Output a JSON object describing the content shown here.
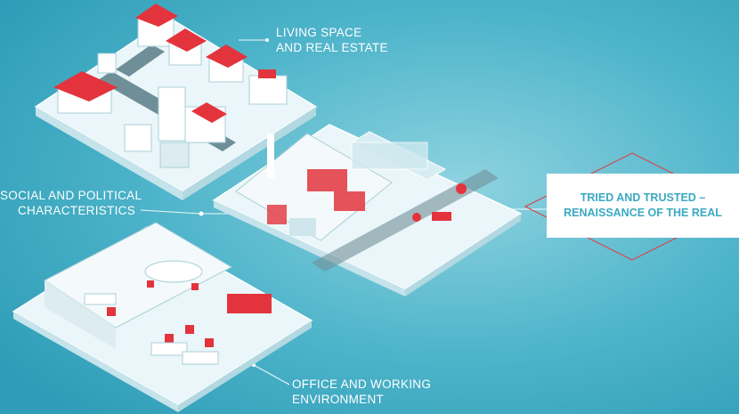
{
  "labels": {
    "living": [
      "LIVING SPACE",
      "AND REAL ESTATE"
    ],
    "social": [
      "SOCIAL AND POLITICAL",
      "CHARACTERISTICS"
    ],
    "office": [
      "OFFICE AND WORKING",
      "ENVIRONMENT"
    ]
  },
  "callout": [
    "TRIED AND TRUSTED –",
    "RENAISSANCE OF THE REAL"
  ],
  "colors": {
    "background": "#3aa9c2",
    "platform_top": "#eaf6f9",
    "platform_side": "#c4e3ea",
    "roof_red": "#e3343d",
    "accent_red": "#d9454a",
    "line": "#ffffff",
    "callout_text": "#3aa9c2"
  }
}
